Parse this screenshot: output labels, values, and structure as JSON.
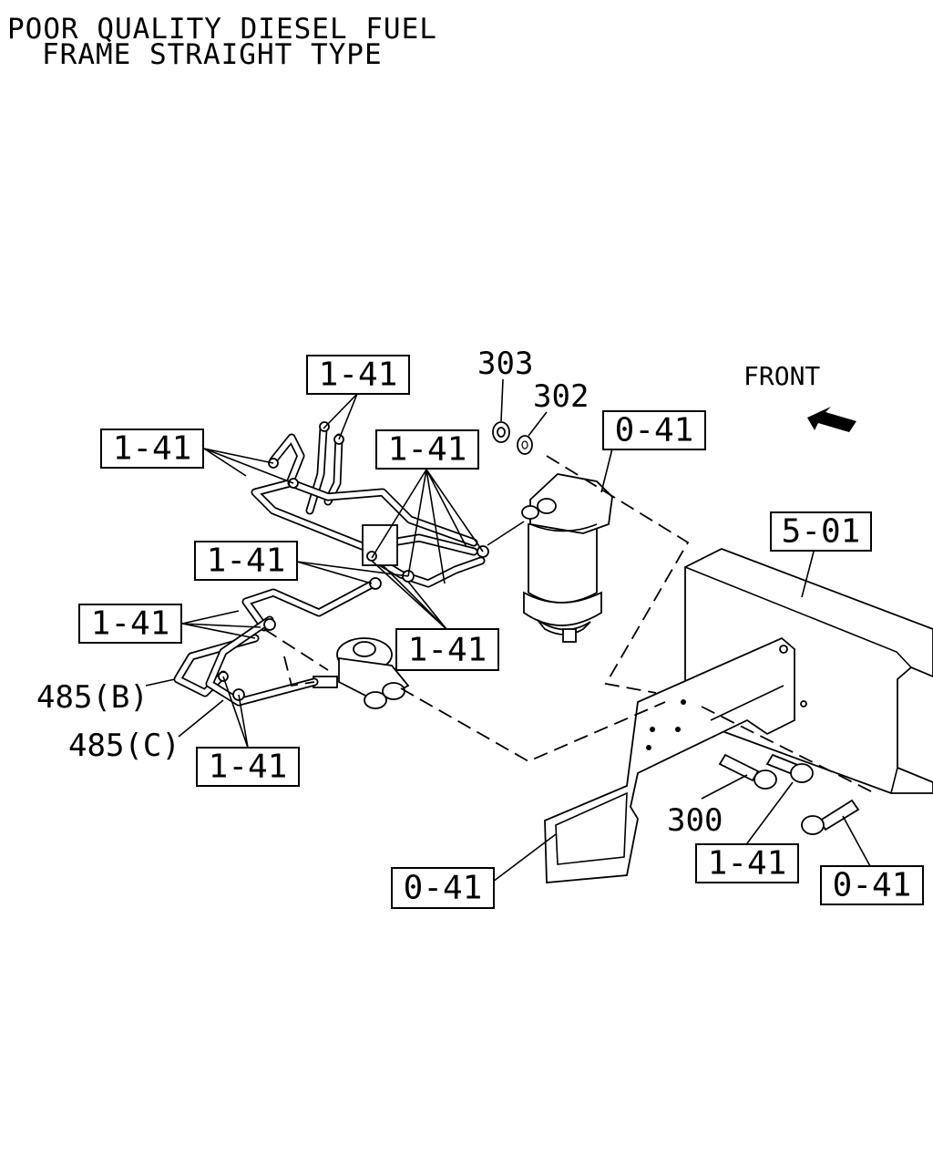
{
  "title": {
    "line1": "POOR QUALITY DIESEL FUEL",
    "line2": "FRAME STRAIGHT TYPE"
  },
  "front_label": "FRONT",
  "callouts": {
    "c_top": "1-41",
    "c_left_top": "1-41",
    "c_mid_top": "1-41",
    "c_left_mid": "1-41",
    "c_left_low": "1-41",
    "c_mid_low": "1-41",
    "c_bottom_left": "1-41",
    "c_filter": "0-41",
    "c_frame": "5-01",
    "c_bracket_bolt": "1-41",
    "c_bracket": "0-41",
    "c_bolt_right": "0-41"
  },
  "part_numbers": {
    "p303": "303",
    "p302": "302",
    "p485b": "485(B)",
    "p485c": "485(C)",
    "p300": "300"
  },
  "icons": [
    "front-arrow-icon"
  ]
}
